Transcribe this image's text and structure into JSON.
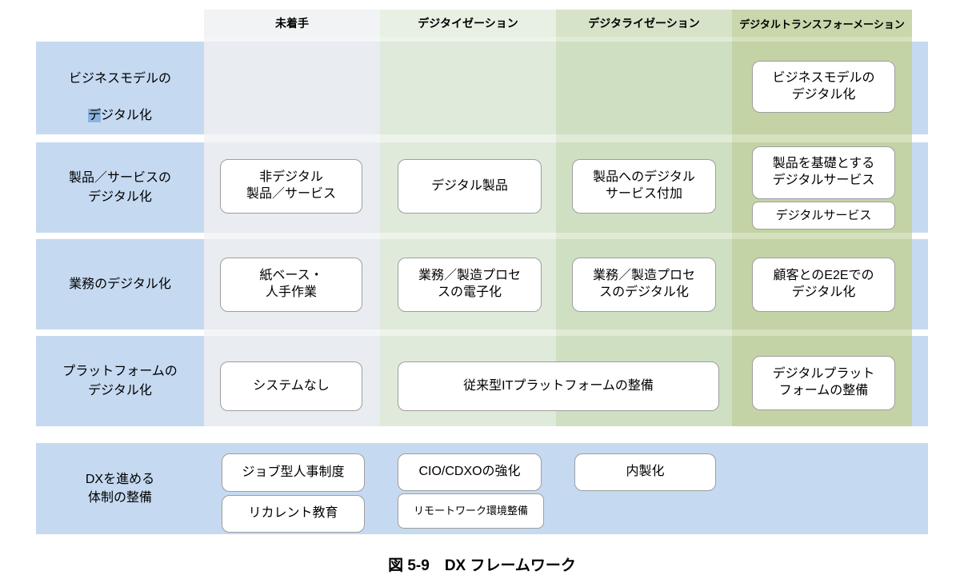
{
  "figure": {
    "caption": "図 5-9　DX フレームワーク"
  },
  "colors": {
    "rowhdr_blue": "#c5d9f1",
    "highlight_blue": "#8db3dc",
    "box_border": "#9e9e9e",
    "col1_hdr": "#f2f3f4",
    "col1_cell": "#e9ecf0",
    "col1_gap": "#f4f5f7",
    "col2_hdr": "#e8f0e4",
    "col2_cell": "#dfeadb",
    "col2_gap": "#eef3ea",
    "col3_hdr": "#d6e3c9",
    "col3_cell": "#cfdfc2",
    "col3_gap": "#e0ead5",
    "col4_hdr": "#c9d7ac",
    "col4_cell": "#c4d3a5",
    "col4_gap": "#d5e0bd"
  },
  "columns": {
    "untouched": "未着手",
    "digitization": "デジタイゼーション",
    "digitalization": "デジタライゼーション",
    "dx": "デジタルトランスフォーメーション"
  },
  "rows": {
    "business_model": {
      "label_line1": "ビジネスモデルの",
      "label_line2_highlight": "デ",
      "label_line2_rest": "ジタル化"
    },
    "product_service": {
      "label": "製品／サービスの\nデジタル化"
    },
    "operations": {
      "label": "業務のデジタル化"
    },
    "platform": {
      "label": "プラットフォームの\nデジタル化"
    },
    "organization": {
      "label": "DXを進める\n体制の整備"
    }
  },
  "cells": {
    "business_model": {
      "dx": "ビジネスモデルの\nデジタル化"
    },
    "product_service": {
      "untouched": "非デジタル\n製品／サービス",
      "digitization": "デジタル製品",
      "digitalization": "製品へのデジタル\nサービス付加",
      "dx_main": "製品を基礎とする\nデジタルサービス",
      "dx_sub": "デジタルサービス"
    },
    "operations": {
      "untouched": "紙ベース・\n人手作業",
      "digitization": "業務／製造プロセ\nスの電子化",
      "digitalization": "業務／製造プロセ\nスのデジタル化",
      "dx": "顧客とのE2Eでの\nデジタル化"
    },
    "platform": {
      "untouched": "システムなし",
      "legacy_it_span": "従来型ITプラットフォームの整備",
      "dx": "デジタルプラット\nフォームの整備"
    },
    "organization": {
      "job_hr": "ジョブ型人事制度",
      "recurrent": "リカレント教育",
      "cio_cdxo": "CIO/CDXOの強化",
      "remote_work": "リモートワーク環境整備",
      "insourcing": "内製化"
    }
  }
}
